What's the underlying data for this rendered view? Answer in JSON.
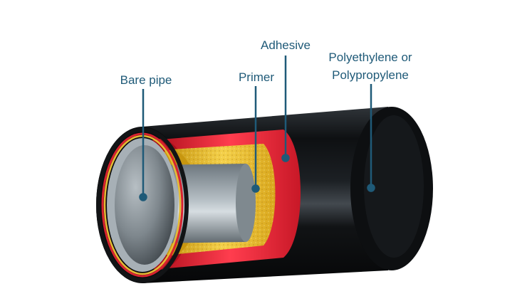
{
  "labels": {
    "bare_pipe": "Bare pipe",
    "primer": "Primer",
    "adhesive": "Adhesive",
    "outer_line1": "Polyethylene or",
    "outer_line2": "Polypropylene"
  },
  "colors": {
    "label_text": "#1f5a78",
    "leader": "#1f5a78",
    "steel": "#8e9aa2",
    "primer": "#e3b62d",
    "adhesive": "#e0253a",
    "outer": "#141618"
  }
}
